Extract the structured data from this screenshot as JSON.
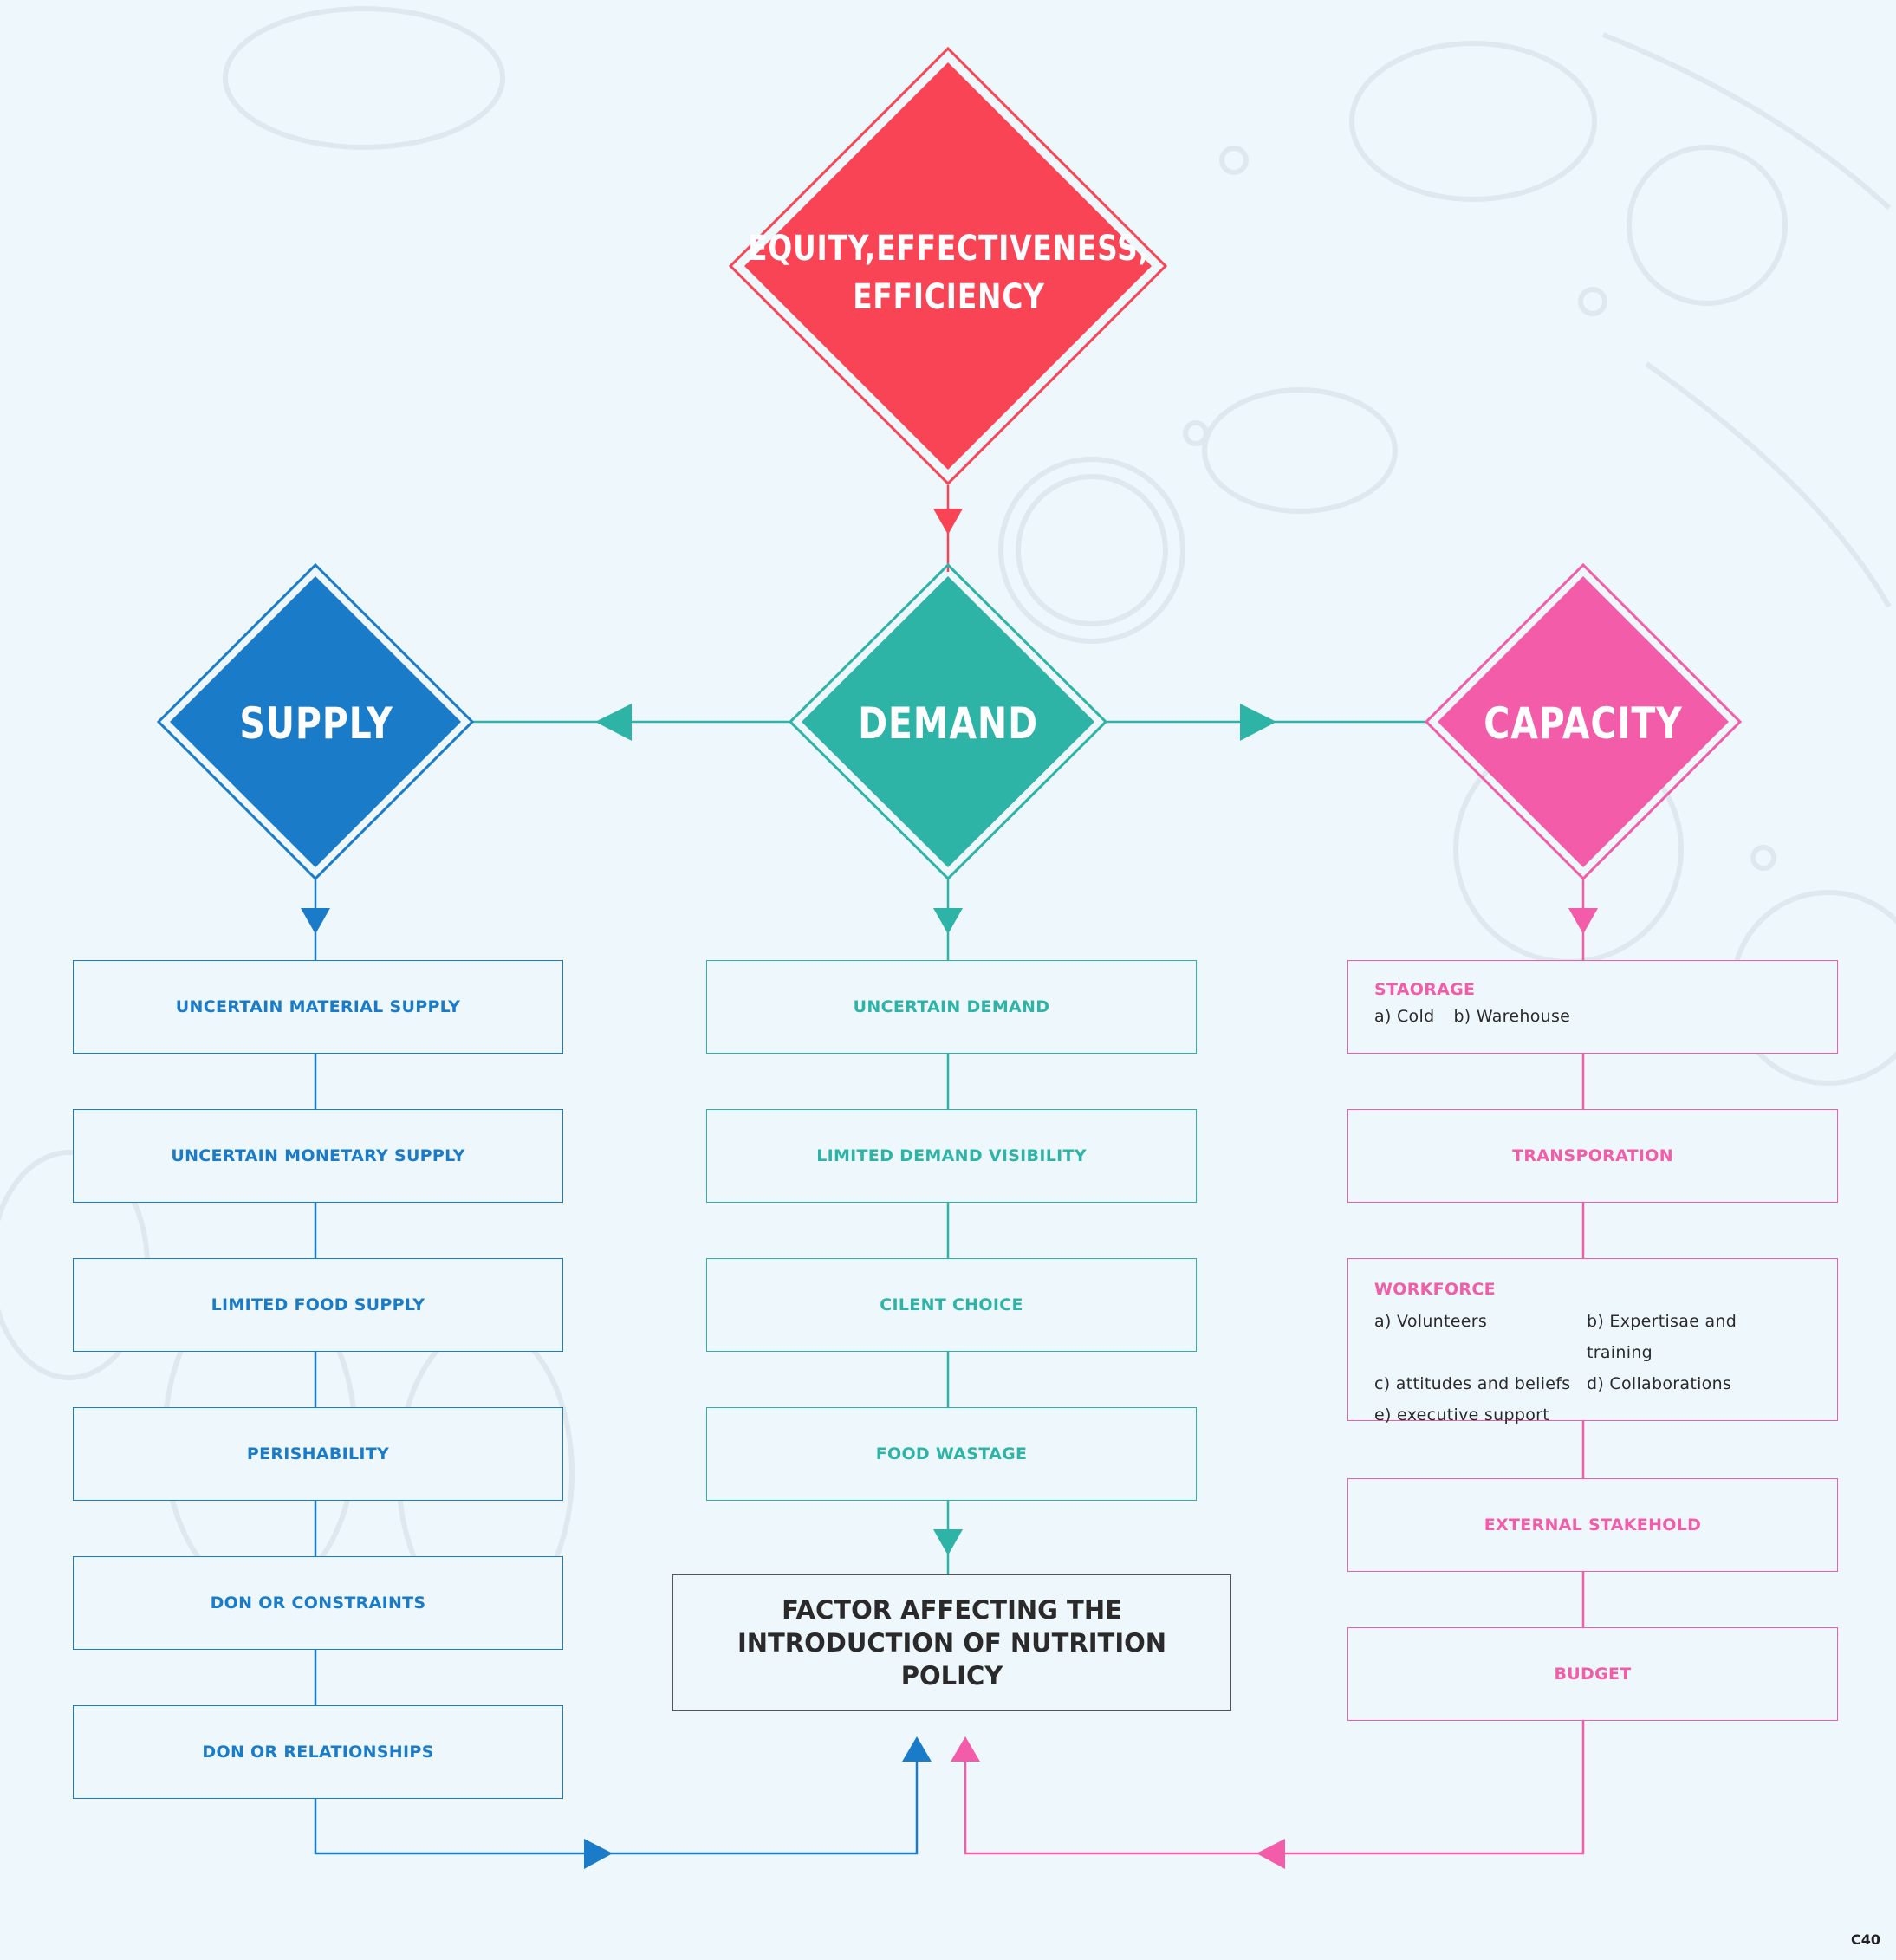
{
  "top_node": {
    "label": "EQUITY,EFFECTIVENESS, EFFICIENCY",
    "color": "#f84455"
  },
  "supply": {
    "label": "SUPPLY",
    "color": "#1a7bc8",
    "items": [
      "UNCERTAIN MATERIAL SUPPLY",
      "UNCERTAIN MONETARY SUPPLY",
      "LIMITED FOOD SUPPLY",
      "PERISHABILITY",
      "DON OR CONSTRAINTS",
      "DON OR RELATIONSHIPS"
    ]
  },
  "demand": {
    "label": "DEMAND",
    "color": "#2db4a6",
    "items": [
      "UNCERTAIN DEMAND",
      "LIMITED DEMAND VISIBILITY",
      "CILENT CHOICE",
      "FOOD WASTAGE"
    ]
  },
  "capacity": {
    "label": "CAPACITY",
    "color": "#f25ca8",
    "storage": {
      "title": "STAORAGE",
      "items": [
        "a) Cold",
        "b) Warehouse"
      ]
    },
    "transport": "TRANSPORATION",
    "workforce": {
      "title": "WORKFORCE",
      "items": [
        "a) Volunteers",
        "b) Expertisae and training",
        "c) attitudes and beliefs",
        "d) Collaborations",
        "e) executive support"
      ]
    },
    "external": "EXTERNAL STAKEHOLD",
    "budget": "BUDGET"
  },
  "final_node": "FACTOR AFFECTING THE INTRODUCTION OF NUTRITION POLICY",
  "code": "C40"
}
